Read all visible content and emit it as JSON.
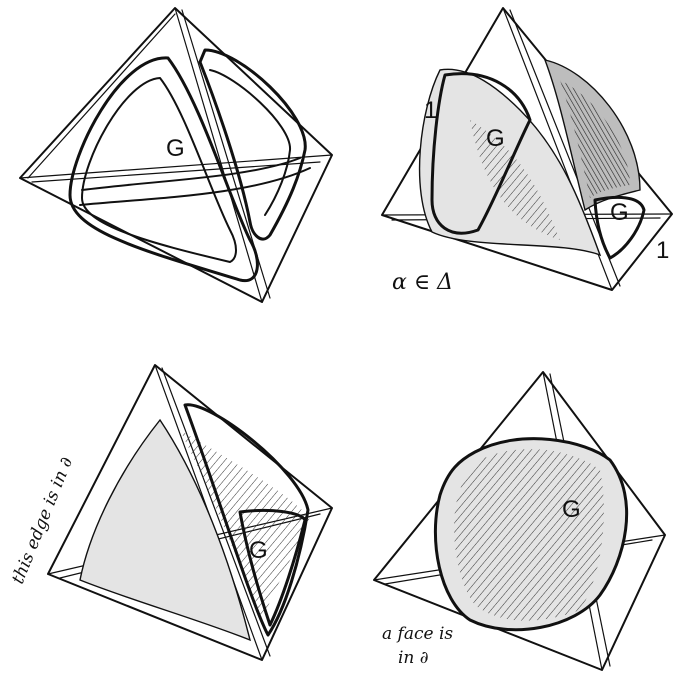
{
  "panels": [
    {
      "id": "top-left",
      "labels": [
        "G"
      ]
    },
    {
      "id": "top-right",
      "labels": [
        "1",
        "G",
        "G",
        "1"
      ],
      "caption": "α ∈ Δ"
    },
    {
      "id": "bottom-left",
      "labels": [
        "G"
      ],
      "caption": "this edge is in ∂"
    },
    {
      "id": "bottom-right",
      "labels": [
        "G"
      ],
      "caption_lines": [
        "a face is",
        "in ∂"
      ]
    }
  ]
}
